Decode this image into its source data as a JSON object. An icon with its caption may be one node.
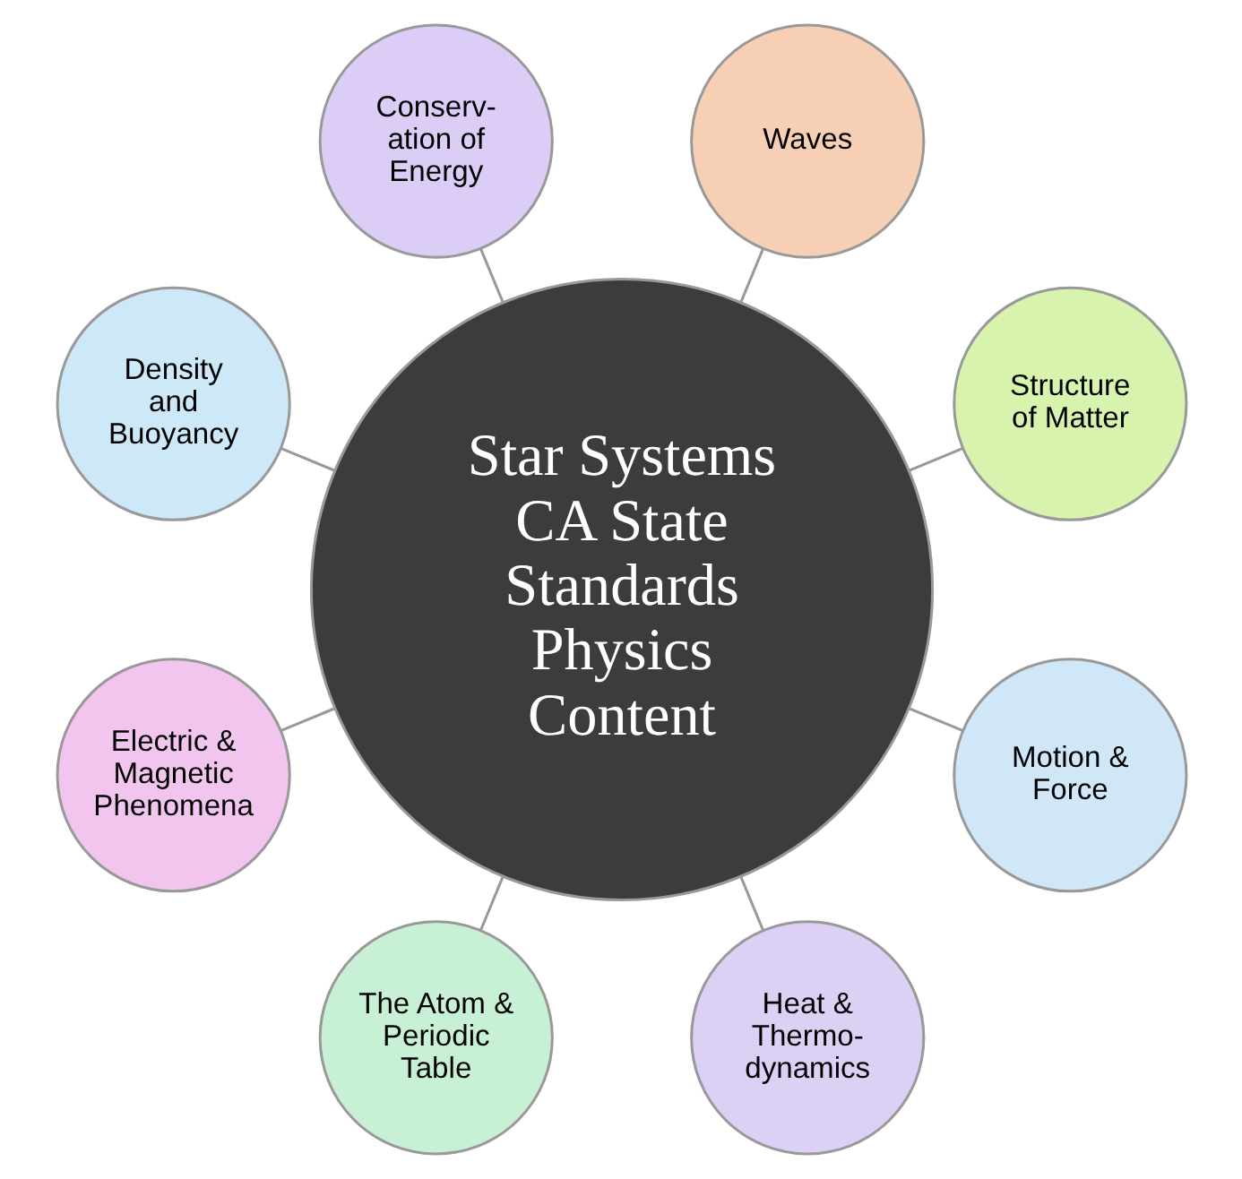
{
  "diagram": {
    "nodes": [
      {
        "text": [
          "Star Systems CA State Standards Physics Content"
        ]
      },
      {
        "text": [
          "Structure of Matter"
        ]
      },
      {
        "text": [
          "Waves"
        ]
      },
      {
        "text": [
          "Conserv- ation of Energy"
        ]
      },
      {
        "text": [
          "Density and Buoyancy"
        ]
      },
      {
        "text": [
          "Electric & Magnetic Phenomena"
        ]
      },
      {
        "text": [
          "The Atom & Periodic Table"
        ]
      },
      {
        "text": [
          "Heat & Thermo- dynamics"
        ]
      },
      {
        "text": [
          "Motion & Force"
        ]
      }
    ],
    "edges": [
      {
        "from": 0,
        "to": 1,
        "arrow": "none"
      },
      {
        "from": 0,
        "to": 2,
        "arrow": "none"
      },
      {
        "from": 0,
        "to": 3,
        "arrow": "none"
      },
      {
        "from": 0,
        "to": 4,
        "arrow": "none"
      },
      {
        "from": 0,
        "to": 5,
        "arrow": "none"
      },
      {
        "from": 0,
        "to": 6,
        "arrow": "none"
      },
      {
        "from": 0,
        "to": 7,
        "arrow": "none"
      },
      {
        "from": 0,
        "to": 8,
        "arrow": "none"
      }
    ]
  }
}
